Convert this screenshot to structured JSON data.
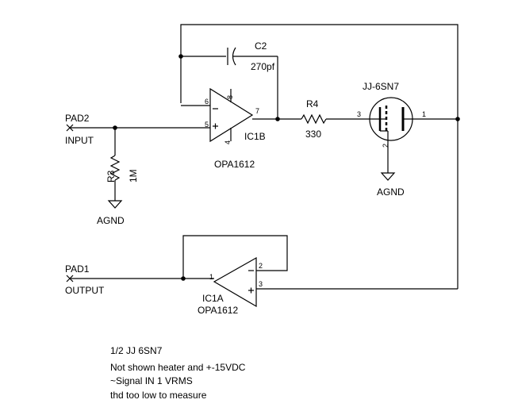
{
  "pads": {
    "pad2": {
      "name": "PAD2",
      "signal": "INPUT"
    },
    "pad1": {
      "name": "PAD1",
      "signal": "OUTPUT"
    }
  },
  "components": {
    "c2": {
      "ref": "C2",
      "value": "270pf"
    },
    "r4": {
      "ref": "R4",
      "value": "330"
    },
    "r3": {
      "ref": "R3",
      "value": "1M"
    },
    "ic1b": {
      "ref": "IC1B",
      "part": "OPA1612",
      "pins": {
        "neg": "6",
        "pos": "5",
        "out": "7",
        "vplus": "8",
        "vminus": "4"
      }
    },
    "ic1a": {
      "ref": "IC1A",
      "part": "OPA1612",
      "pins": {
        "neg": "2",
        "pos": "3",
        "out": "1"
      }
    },
    "tube": {
      "ref": "JJ-6SN7",
      "pins": {
        "grid": "3",
        "plate": "1",
        "cathode": "2"
      }
    }
  },
  "grounds": {
    "tube": "AGND",
    "r3": "AGND"
  },
  "notes": [
    "1/2 JJ 6SN7",
    "Not shown heater and +-15VDC",
    "~Signal IN 1 VRMS",
    "thd too low to measure"
  ]
}
